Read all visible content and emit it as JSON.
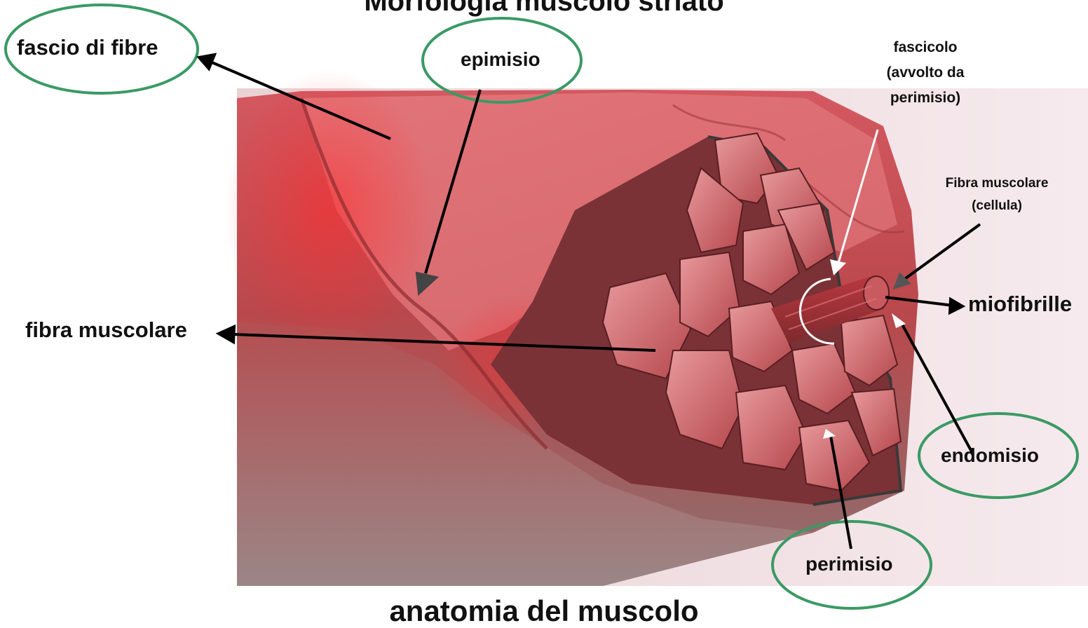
{
  "title_top": "Morfologia muscolo striato",
  "title_bottom": "anatomia del muscolo",
  "labels": {
    "fascio_di_fibre": "fascio di fibre",
    "epimisio": "epimisio",
    "fascicolo_line1": "fascicolo",
    "fascicolo_line2": "(avvolto da",
    "fascicolo_line3": "perimisio)",
    "fibra_cellula_line1": "Fibra muscolare",
    "fibra_cellula_line2": "(cellula)",
    "miofibrille": "miofibrille",
    "fibra_muscolare": "fibra muscolare",
    "endomisio": "endomisio",
    "perimisio": "perimisio"
  },
  "colors": {
    "circle_outline": "#3a9a64",
    "muscle": "#c4464c",
    "background_photo": "#f3e3e6",
    "arrow_black": "#000000",
    "arrow_white": "#ffffff"
  }
}
